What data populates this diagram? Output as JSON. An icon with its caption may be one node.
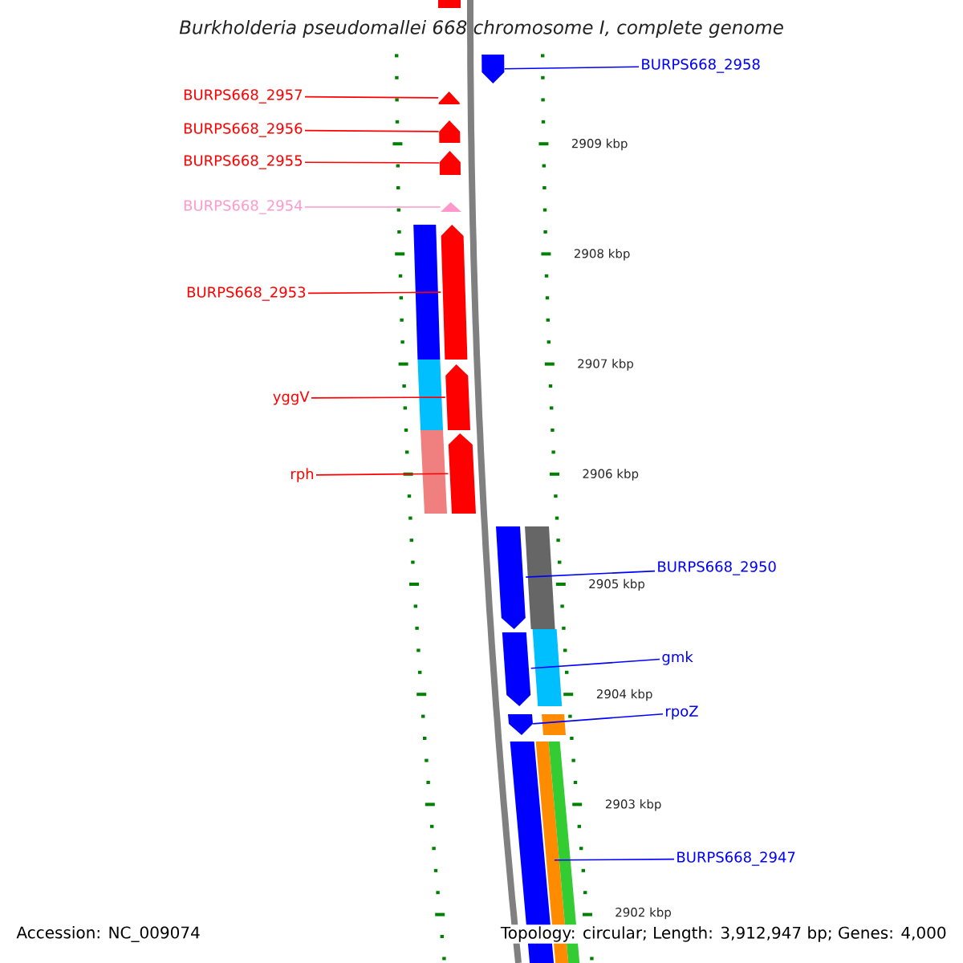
{
  "diagram": {
    "title": "Burkholderia pseudomallei 668 chromosome I, complete genome",
    "nodes": [
      {
        "text": [],
        "shape": "arrow"
      },
      {
        "text": [
          "BURPS668_2958"
        ]
      },
      {
        "text": [],
        "shape": "arrow"
      },
      {
        "text": [
          "BURPS668_2957"
        ]
      },
      {
        "text": [],
        "shape": "arrow"
      },
      {
        "text": [
          "BURPS668_2956"
        ]
      },
      {
        "text": [],
        "shape": "arrow"
      },
      {
        "text": [
          "BURPS668_2955"
        ]
      },
      {
        "text": [],
        "shape": "arrow"
      },
      {
        "text": [
          "BURPS668_2954"
        ]
      },
      {
        "text": [],
        "shape": "arrow"
      },
      {
        "text": [
          "BURPS668_2953"
        ]
      },
      {
        "text": [],
        "shape": "arrow"
      },
      {
        "text": [
          "yggV"
        ]
      },
      {
        "text": [],
        "shape": "arrow"
      },
      {
        "text": [
          "rph"
        ]
      },
      {
        "text": [],
        "shape": "arrow"
      },
      {
        "text": [
          "BURPS668_2950"
        ]
      },
      {
        "text": [],
        "shape": "arrow"
      },
      {
        "text": [
          "gmk"
        ]
      },
      {
        "text": [],
        "shape": "arrow"
      },
      {
        "text": [
          "rpoZ"
        ]
      },
      {
        "text": [],
        "shape": "arrow"
      },
      {
        "text": [
          "BURPS668_2947"
        ]
      },
      {
        "text": [],
        "shape": "arrow"
      },
      {
        "text": [],
        "shape": "bar"
      },
      {
        "text": [],
        "shape": "bar"
      },
      {
        "text": [],
        "shape": "bar"
      },
      {
        "text": [],
        "shape": "bar"
      },
      {
        "text": [],
        "shape": "bar"
      },
      {
        "text": [],
        "shape": "bar"
      },
      {
        "text": [],
        "shape": "bar"
      },
      {
        "text": [],
        "shape": "bar"
      }
    ],
    "edges": [
      {
        "from": 1,
        "to": 2,
        "arrow": "none",
        "color": "#0000ff"
      },
      {
        "from": 3,
        "to": 4,
        "arrow": "none"
      },
      {
        "from": 5,
        "to": 6,
        "arrow": "none"
      },
      {
        "from": 7,
        "to": 8,
        "arrow": "none"
      },
      {
        "from": 9,
        "to": 10,
        "arrow": "none",
        "color": "#ff99cc"
      },
      {
        "from": 11,
        "to": 12,
        "arrow": "none"
      },
      {
        "from": 13,
        "to": 14,
        "arrow": "none"
      },
      {
        "from": 15,
        "to": 16,
        "arrow": "none"
      },
      {
        "from": 17,
        "to": 18,
        "arrow": "none",
        "color": "#0000ff"
      },
      {
        "from": 19,
        "to": 20,
        "arrow": "none",
        "color": "#0000ff"
      },
      {
        "from": 21,
        "to": 22,
        "arrow": "none",
        "color": "#0000ff"
      },
      {
        "from": 23,
        "to": 24,
        "arrow": "none",
        "color": "#0000ff"
      }
    ],
    "labels": [
      "2909 kbp",
      "2908 kbp",
      "2907 kbp",
      "2906 kbp",
      "2905 kbp",
      "2904 kbp",
      "2903 kbp",
      "2902 kbp",
      "Accession: NC_009074",
      "Topology: circular; Length: 3,912,947 bp; Genes: 4,000"
    ]
  }
}
